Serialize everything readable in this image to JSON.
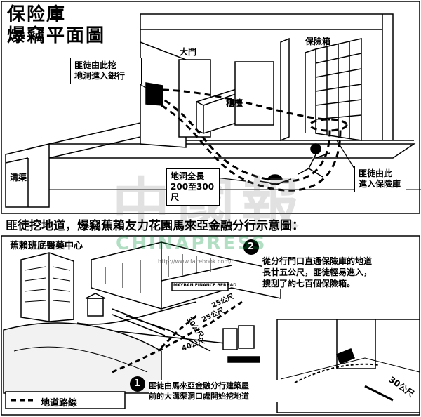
{
  "top_panel": {
    "title_line1": "保险庫",
    "title_line2": "爆竊平面圖",
    "label_main_door": "大門",
    "label_safe_boxes": "保險箱",
    "label_counter": "櫃檯",
    "label_drain": "溝渠",
    "callout_dig_in_line1": "匪徒由此挖",
    "callout_dig_in_line2": "地洞進入銀行",
    "callout_tunnel_line1": "地洞全長",
    "callout_tunnel_line2": "200至300尺",
    "callout_vault_line1": "匪徒由此",
    "callout_vault_line2": "進入保險庫"
  },
  "subtitle": "匪徒挖地道，爆竊蕉賴友力花園馬來亞金融分行示意圖：",
  "bottom_panel": {
    "label_clinic": "蕉賴班底醫藥中心",
    "bank_sign": "MAYBAN FINANCE BERHAD",
    "url_text": "http://www.facebook.com/c",
    "marker_1": "1",
    "marker_2": "2",
    "note_2_line1": "從分行門口直通保險庫的地道",
    "note_2_line2": "長廿五公尺，匪徒輕易進入，",
    "note_2_line3": "搜刮了約七百個保險箱。",
    "note_1_line1": "匪徒由馬來亞金融分行建築屋",
    "note_1_line2": "前的大溝渠洞口處開始挖地道",
    "dist_25a": "25公尺",
    "dist_25b": "25公尺",
    "dist_30": "30公尺",
    "dist_40": "40公尺",
    "dist_30_inset": "30公尺",
    "legend_label": "地道路線"
  },
  "watermark": {
    "cn": "中國報",
    "en": "CHINAPRESS"
  }
}
